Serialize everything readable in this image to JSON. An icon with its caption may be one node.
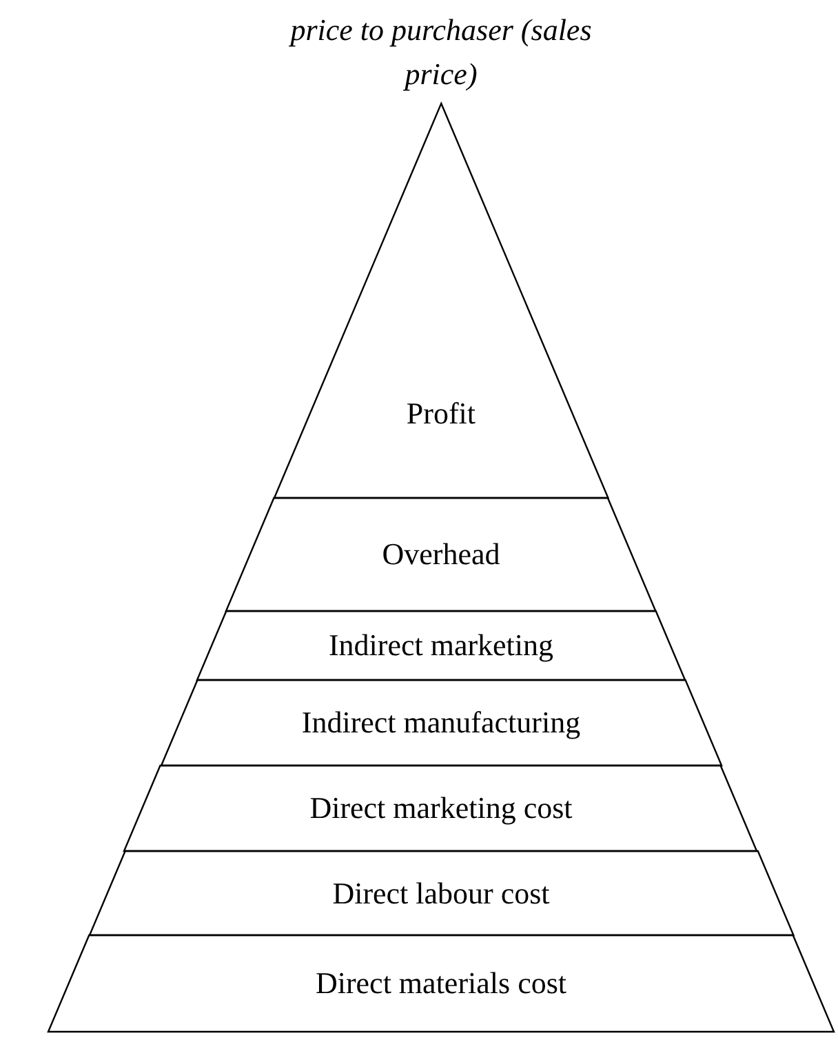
{
  "diagram": {
    "nodes": [
      {
        "text": [
          "Profit"
        ]
      },
      {
        "text": [
          "Overhead"
        ]
      },
      {
        "text": [
          "Indirect marketing"
        ]
      },
      {
        "text": [
          "Indirect manufacturing"
        ]
      },
      {
        "text": [
          "Direct marketing cost"
        ]
      },
      {
        "text": [
          "Direct labour cost"
        ]
      },
      {
        "text": [
          "Direct materials cost"
        ]
      }
    ],
    "labels": [
      "price to purchaser (sales price)"
    ]
  }
}
